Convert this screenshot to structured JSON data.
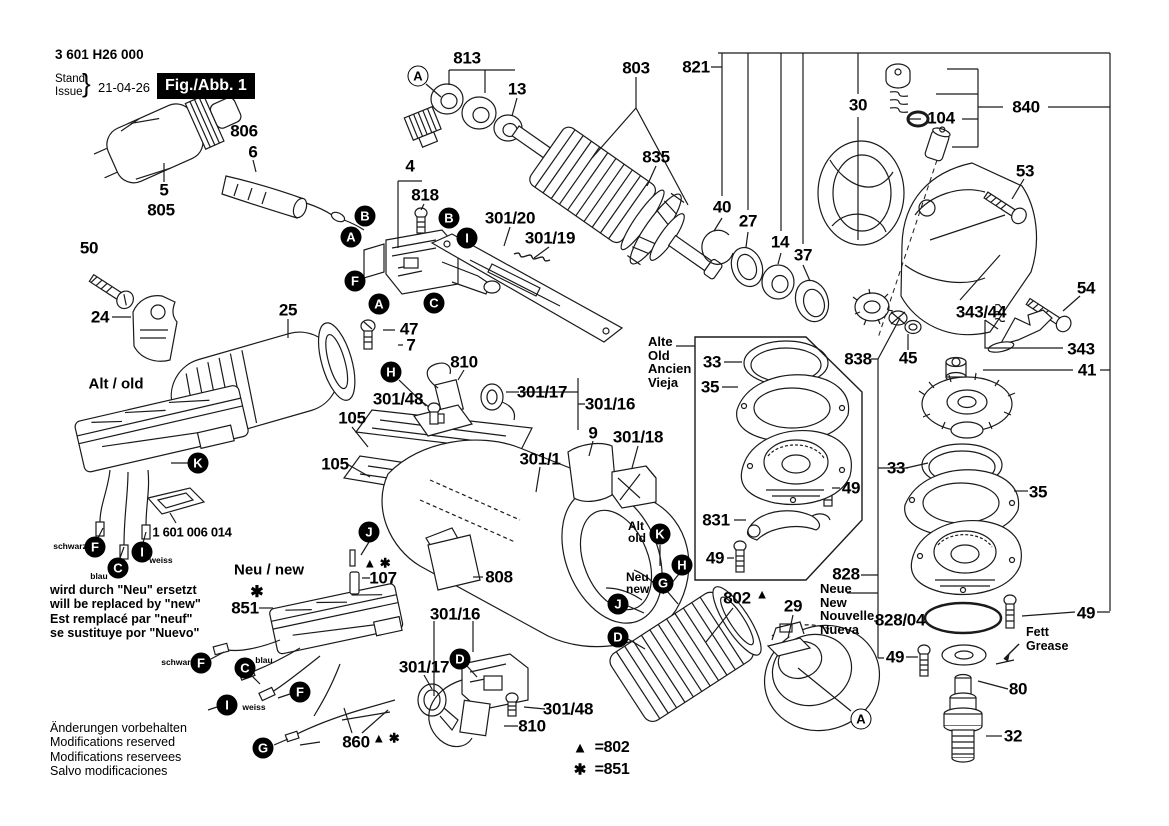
{
  "header": {
    "part_number": "3 601 H26 000",
    "stand_label": "Stand",
    "issue_label": "Issue",
    "brace": "}",
    "date": "21-04-26",
    "figure_label": "Fig./Abb. 1"
  },
  "labels": {
    "n813": "813",
    "n13": "13",
    "n803": "803",
    "n835": "835",
    "n821": "821",
    "n30": "30",
    "n104": "104",
    "n840": "840",
    "n53": "53",
    "n806": "806",
    "n6": "6",
    "n5": "5",
    "n805": "805",
    "n4": "4",
    "n818": "818",
    "n301_20": "301/20",
    "n301_19": "301/19",
    "n40": "40",
    "n27": "27",
    "n14": "14",
    "n37": "37",
    "n50": "50",
    "n24": "24",
    "n25": "25",
    "n47": "47",
    "n7": "7",
    "n343_44": "343/44",
    "n54": "54",
    "n343": "343",
    "n41": "41",
    "n45": "45",
    "n838": "838",
    "n810a": "810",
    "n301_48a": "301/48",
    "n301_17a": "301/17",
    "n301_16a": "301/16",
    "n33a": "33",
    "n35a": "35",
    "n105a": "105",
    "n105b": "105",
    "n9": "9",
    "n301_18": "301/18",
    "n301_1": "301/1",
    "n831": "831",
    "n49a": "49",
    "n49b": "49",
    "n33b": "33",
    "n35b": "35",
    "n828": "828",
    "n828_04": "828/04",
    "n29": "29",
    "n802": "802",
    "n49c": "49",
    "n49d": "49",
    "n80": "80",
    "n32": "32",
    "n851": "851",
    "n107": "107",
    "n808": "808",
    "n301_16b": "301/16",
    "n301_17b": "301/17",
    "n301_48b": "301/48",
    "n810b": "810",
    "n860": "860"
  },
  "letters": {
    "A": "A",
    "B": "B",
    "C": "C",
    "D": "D",
    "F": "F",
    "G": "G",
    "H": "H",
    "I": "I",
    "J": "J",
    "K": "K"
  },
  "texts": {
    "alt_old_heading": "Alt / old",
    "neu_new_heading": "Neu / new",
    "alte_box": "Alte\nOld\nAncien\nVieja",
    "neue_box": "Neue\nNew\nNouvelle\nNueva",
    "alt_small": "Alt\nold",
    "neu_small": "Neu\nnew",
    "fett": "Fett",
    "grease": "Grease",
    "old_switch_pn": "1 601 006 014",
    "schwarz": "schwarz",
    "blau": "blau",
    "weiss": "weiss",
    "replace_note": "wird durch \"Neu\" ersetzt\nwill be replaced by \"new\"\nEst remplacé par \"neuf\"\nse sustituye por \"Nuevo\"",
    "mods_note": "Änderungen vorbehalten\nModifications reserved\nModifications reservees\nSalvo modificaciones",
    "triangle": "▲",
    "star": "✱",
    "tri_star": "▲ ✱",
    "legend_triangle_value": "=802",
    "legend_star_value": "=851"
  }
}
